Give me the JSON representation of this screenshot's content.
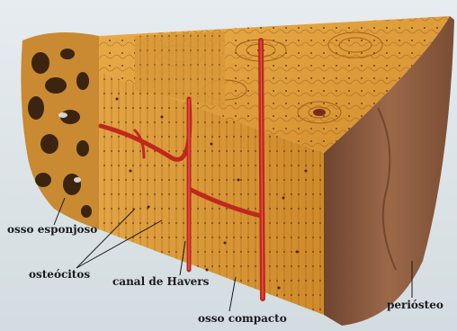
{
  "labels": {
    "osso_esponjoso": "osso esponjoso",
    "osteocitos": "osteócitos",
    "canal_havers": "canal de Havers",
    "osso_compacto": "osso compacto",
    "periostio": "periósteo"
  },
  "colors": {
    "bone_orange": "#e6a33a",
    "bone_dark": "#b8741c",
    "vessel_red": "#c0281e",
    "periosteum_brown": "#8a5a3c",
    "spongy_dark": "#3b2410",
    "background": "#d7e0e4"
  }
}
